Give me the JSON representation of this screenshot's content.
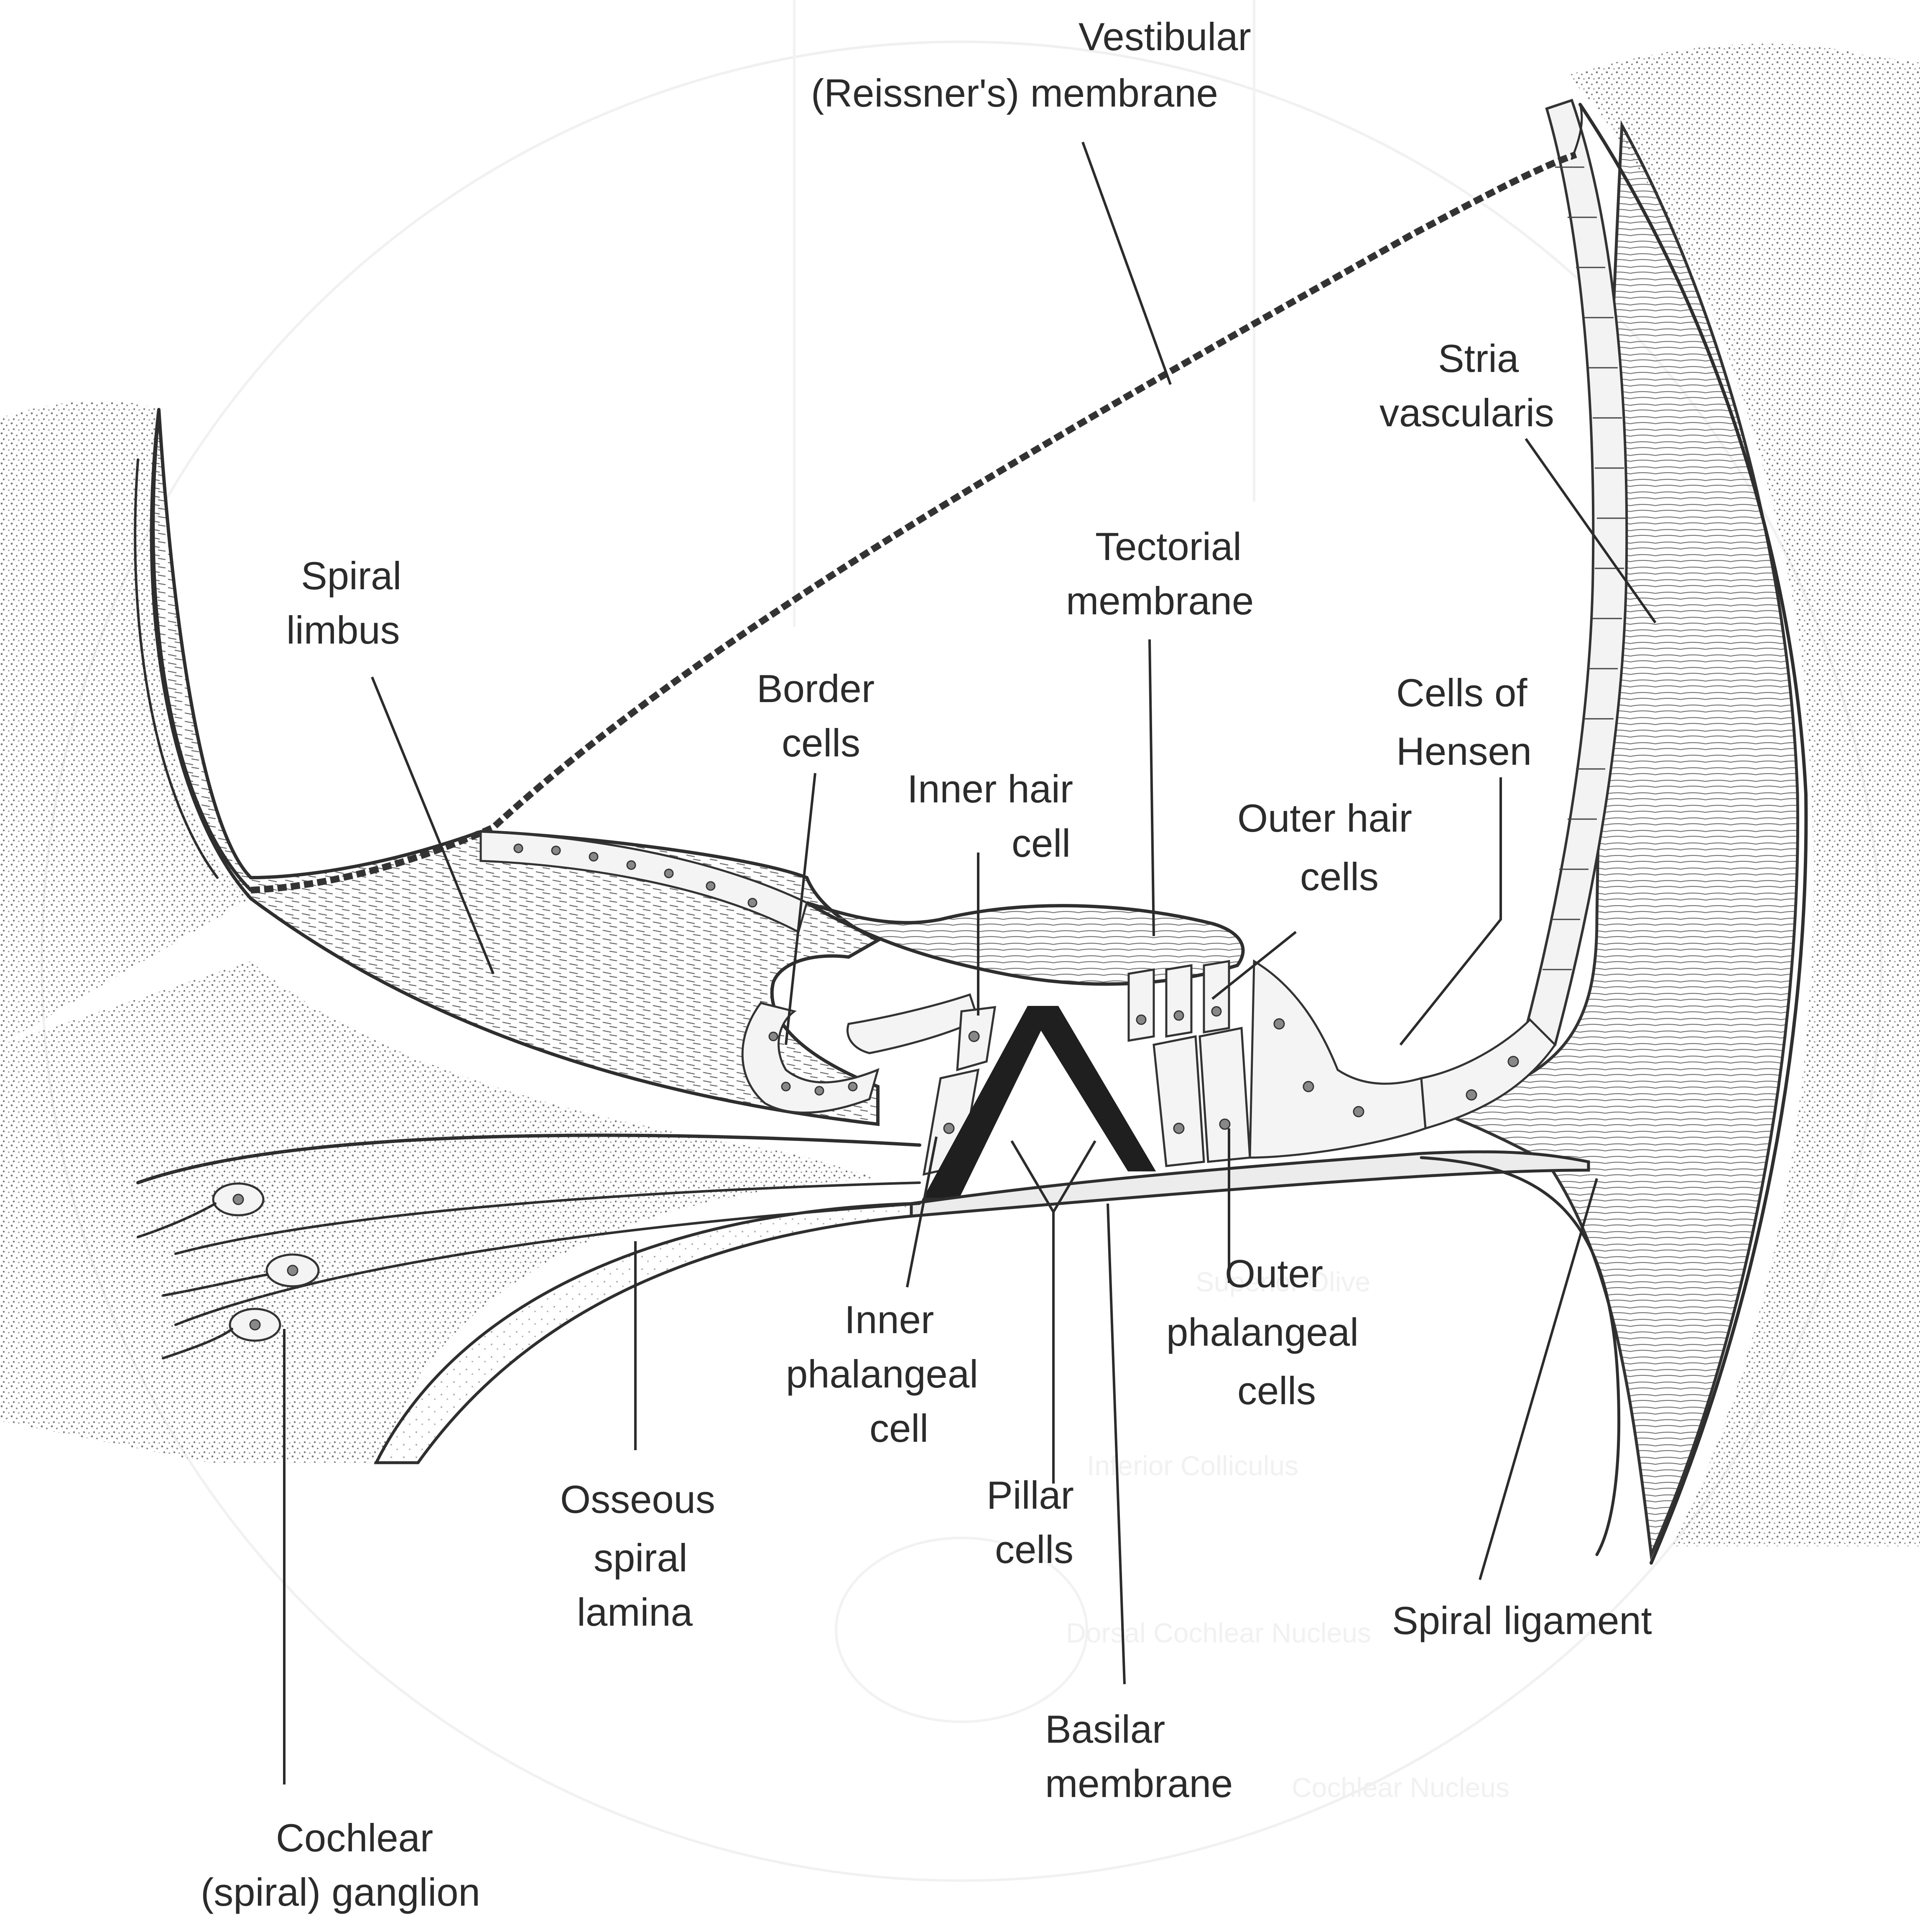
{
  "diagram": {
    "labels": {
      "vestibular_line1": "Vestibular",
      "vestibular_line2": "(Reissner's) membrane",
      "stria_line1": "Stria",
      "stria_line2": "vascularis",
      "spiral_limbus_line1": "Spiral",
      "spiral_limbus_line2": "limbus",
      "tectorial_line1": "Tectorial",
      "tectorial_line2": "membrane",
      "border_line1": "Border",
      "border_line2": "cells",
      "cells_hensen_line1": "Cells of",
      "cells_hensen_line2": "Hensen",
      "inner_hair_line1": "Inner hair",
      "inner_hair_line2": "cell",
      "outer_hair_line1": "Outer hair",
      "outer_hair_line2": "cells",
      "outer_phal_line1": "Outer",
      "outer_phal_line2": "phalangeal",
      "outer_phal_line3": "cells",
      "inner_phal_line1": "Inner",
      "inner_phal_line2": "phalangeal",
      "inner_phal_line3": "cell",
      "pillar_line1": "Pillar",
      "pillar_line2": "cells",
      "osseous_line1": "Osseous",
      "osseous_line2": "spiral",
      "osseous_line3": "lamina",
      "spiral_ligament": "Spiral ligament",
      "basilar_line1": "Basilar",
      "basilar_line2": "membrane",
      "cochlear_line1": "Cochlear",
      "cochlear_line2": "(spiral) ganglion"
    },
    "bleed_through_text": {
      "t1": "Superior Olive",
      "t2": "Inferior Colliculus",
      "t3": "Dorsal Cochlear Nucleus",
      "t4": "Cochlear Nucleus"
    }
  }
}
